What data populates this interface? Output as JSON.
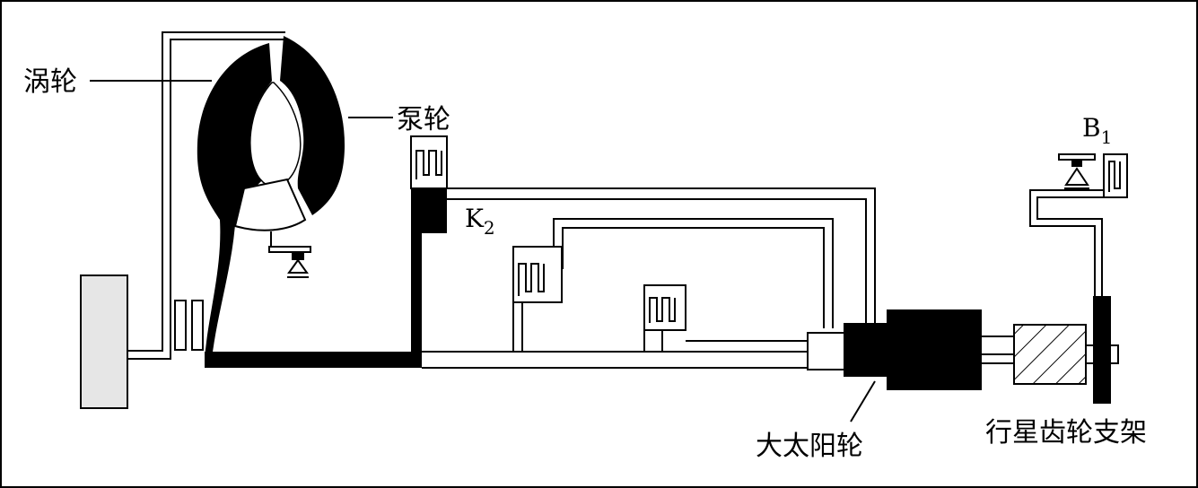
{
  "labels": {
    "turbine": "涡轮",
    "pump": "泵轮",
    "k2": "K",
    "k2_sub": "2",
    "b1": "B",
    "b1_sub": "1",
    "sun_gear": "大太阳轮",
    "planet_carrier": "行星齿轮支架"
  },
  "colors": {
    "ink": "#000000",
    "paper": "#ffffff",
    "housing": "#e6e6e6"
  }
}
